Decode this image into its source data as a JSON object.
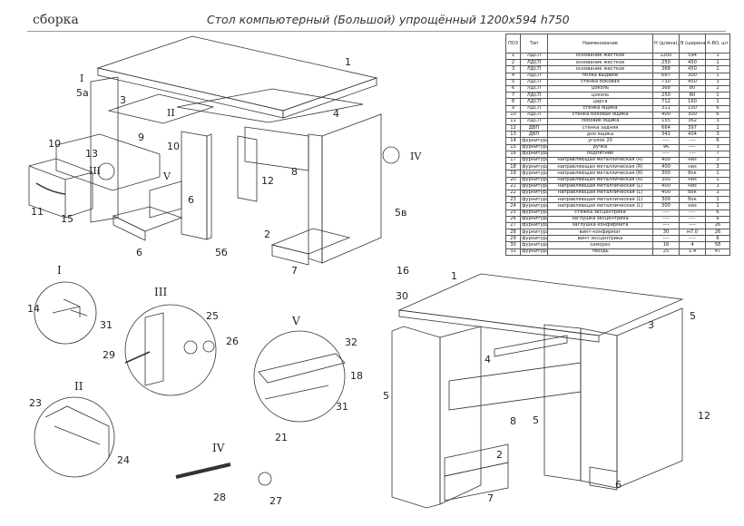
{
  "header": {
    "left": "сборка",
    "center": "Стол компьютерный (Большой) упрощённый 1200х594 h750"
  },
  "table": {
    "columns": [
      "ПОЗ",
      "Тип",
      "Наименование",
      "Н (длина), мм",
      "В (ширина), мм",
      "К-ВО, шт"
    ],
    "rows": [
      [
        "1",
        "ЛДСП",
        "основание жесткое",
        "1200",
        "594",
        "1"
      ],
      [
        "2",
        "ЛДСП",
        "основание жесткое",
        "250",
        "450",
        "1"
      ],
      [
        "3",
        "ЛДСП",
        "основание жесткое",
        "368",
        "450",
        "1"
      ],
      [
        "4",
        "ЛДСП",
        "полка выдвиж",
        "687",
        "300",
        "1"
      ],
      [
        "5",
        "ЛДСП",
        "стенка боковая",
        "730",
        "450",
        "3"
      ],
      [
        "6",
        "ЛДСП",
        "цоколь",
        "368",
        "80",
        "2"
      ],
      [
        "7",
        "ЛДСП",
        "цоколь",
        "250",
        "80",
        "1"
      ],
      [
        "8",
        "ЛДСП",
        "царга",
        "712",
        "160",
        "1"
      ],
      [
        "9",
        "ЛДСП",
        "стенка ящика",
        "311",
        "100",
        "6"
      ],
      [
        "10",
        "ЛДСП",
        "стенка боковая ящика",
        "400",
        "300",
        "6"
      ],
      [
        "11",
        "ЛДСП",
        "лобовик ящика",
        "155",
        "362",
        "3"
      ],
      [
        "12",
        "ДВП",
        "стенка задняя",
        "664",
        "397",
        "1"
      ],
      [
        "13",
        "ДВП",
        "дно ящика",
        "341",
        "404",
        "3"
      ],
      [
        "14",
        "фурнитура",
        "уголок 20",
        "----",
        "----",
        "6"
      ],
      [
        "15",
        "фурнитура",
        "ручка",
        "96",
        "----",
        "3"
      ],
      [
        "16",
        "фурнитура",
        "подпятник",
        "----",
        "----",
        "7"
      ],
      [
        "17",
        "фурнитура",
        "направляющая металлическая (R)",
        "400",
        "низ",
        "3"
      ],
      [
        "18",
        "фурнитура",
        "направляющая металлическая (R)",
        "400",
        "низ",
        "3"
      ],
      [
        "19",
        "фурнитура",
        "направляющая металлическая (R)",
        "300",
        "бок",
        "1"
      ],
      [
        "20",
        "фурнитура",
        "направляющая металлическая (R)",
        "300",
        "низ",
        "1"
      ],
      [
        "21",
        "фурнитура",
        "направляющая металлическая (L)",
        "400",
        "низ",
        "3"
      ],
      [
        "22",
        "фурнитура",
        "направляющая металлическая (L)",
        "400",
        "бок",
        "3"
      ],
      [
        "23",
        "фурнитура",
        "направляющая металлическая (L)",
        "300",
        "бок",
        "1"
      ],
      [
        "24",
        "фурнитура",
        "направляющая металлическая (L)",
        "300",
        "низ",
        "1"
      ],
      [
        "25",
        "фурнитура",
        "стяжка эксцентрика",
        "----",
        "----",
        "6"
      ],
      [
        "26",
        "фурнитура",
        "заглушка эксцентрика",
        "----",
        "----",
        "6"
      ],
      [
        "27",
        "фурнитура",
        "заглушка конфирмата",
        "----",
        "----",
        "26"
      ],
      [
        "28",
        "фурнитура",
        "винт-конфирмат",
        "30",
        "м7.0",
        "26"
      ],
      [
        "29",
        "фурнитура",
        "винт эксцентрика",
        "----",
        "----",
        "6"
      ],
      [
        "30",
        "фурнитура",
        "саморез",
        "16",
        "4",
        "58"
      ],
      [
        "31",
        "фурнитура",
        "гвоздь",
        "25",
        "1.4",
        "47"
      ]
    ]
  },
  "callouts_main": [
    "1",
    "3",
    "4",
    "5а",
    "5б",
    "5в",
    "2",
    "6",
    "7",
    "8",
    "9",
    "10",
    "10",
    "11",
    "12",
    "13",
    "15",
    "16",
    "30",
    "6"
  ],
  "callouts_right": [
    "1",
    "3",
    "5",
    "5",
    "5",
    "4",
    "8",
    "2",
    "7",
    "12",
    "6"
  ],
  "detail_labels": [
    "I",
    "II",
    "III",
    "IV",
    "V"
  ],
  "detail_callouts": [
    "14",
    "31",
    "23",
    "24",
    "29",
    "25",
    "26",
    "28",
    "27",
    "32",
    "18",
    "31",
    "21"
  ]
}
